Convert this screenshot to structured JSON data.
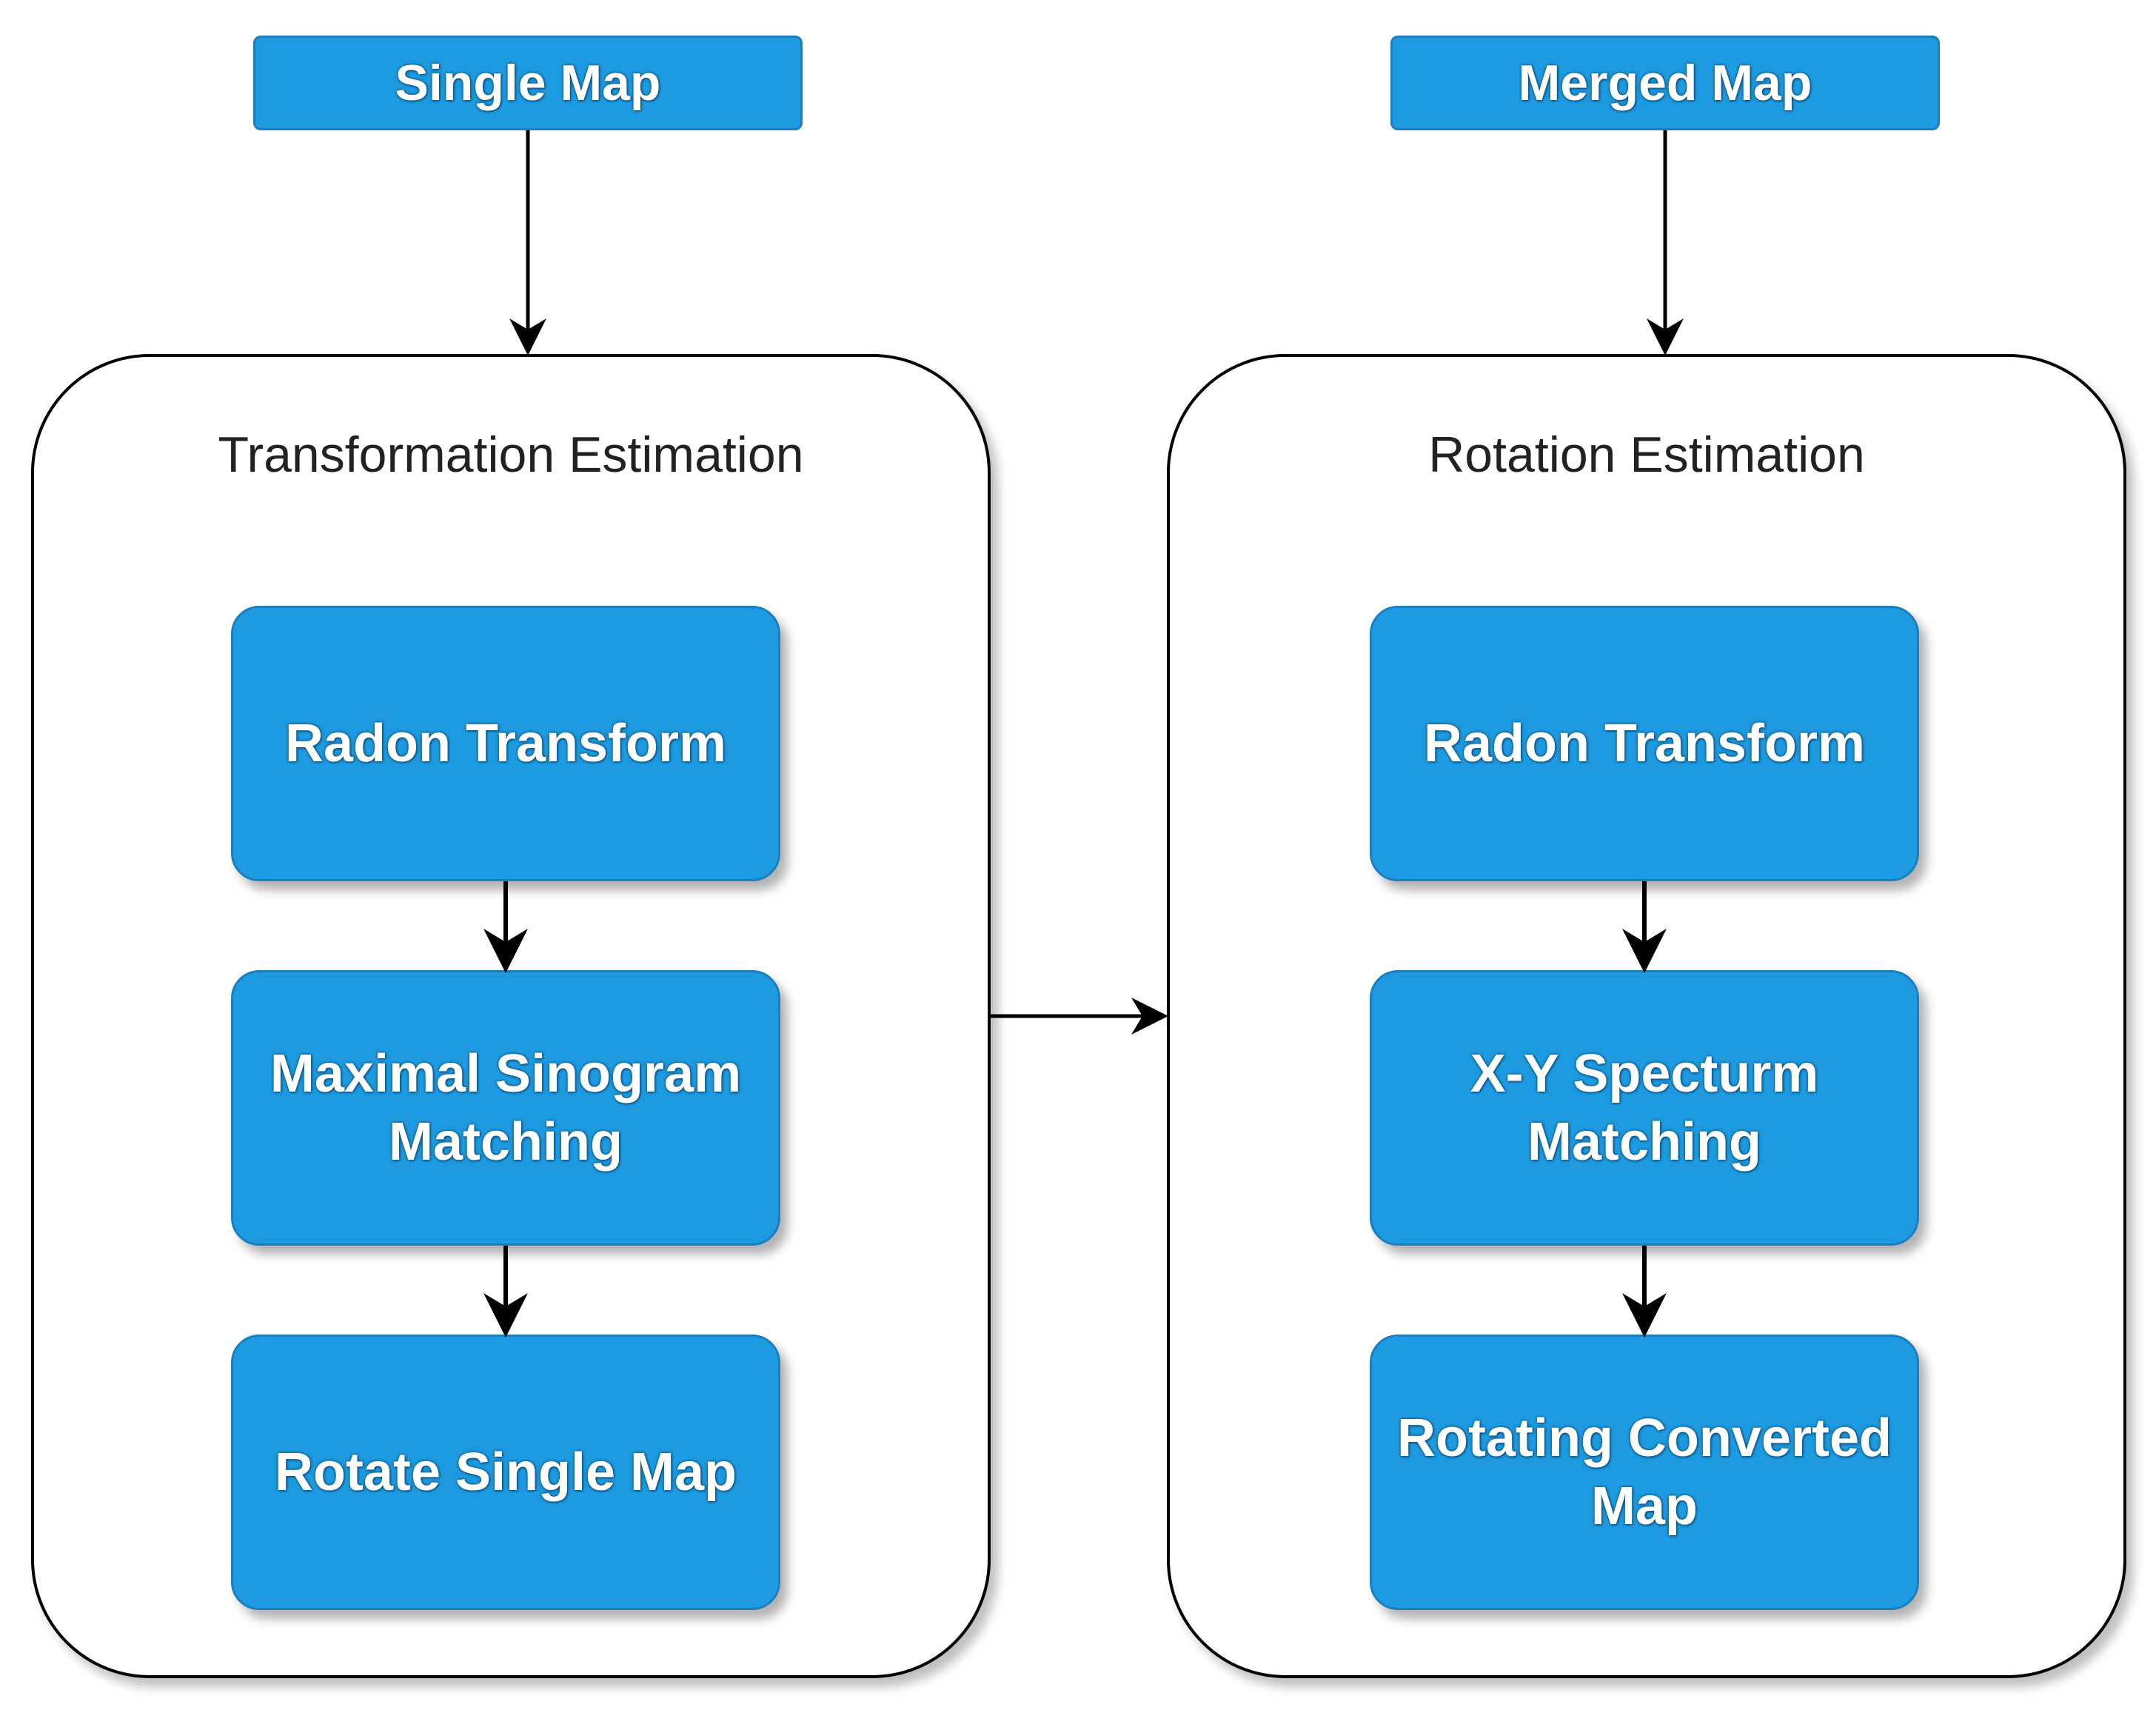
{
  "inputs": {
    "left": "Single Map",
    "right": "Merged Map"
  },
  "left_group": {
    "title": "Transformation Estimation",
    "steps": [
      "Radon Transform",
      "Maximal Sinogram Matching",
      "Rotate Single Map"
    ]
  },
  "right_group": {
    "title": "Rotation Estimation",
    "steps": [
      "Radon Transform",
      "X-Y Specturm Matching",
      "Rotating Converted Map"
    ]
  },
  "colors": {
    "node_fill": "#1e9be0",
    "node_border": "#1a7fc0",
    "text_on_node": "#ffffff",
    "arrow": "#000000"
  }
}
